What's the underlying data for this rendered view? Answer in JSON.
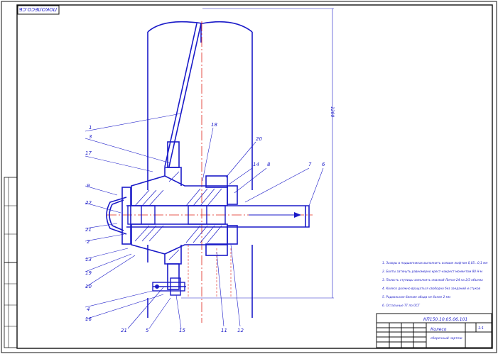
{
  "title_block": {
    "doc_number": "КП150.10.05.06.101",
    "name": "Колесо",
    "subtitle": "сборочный чертеж",
    "mass": "",
    "scale": "1:1",
    "stamp_rotated": "ПОКОЛЕСО.СБ"
  },
  "dimension_main": "1200",
  "notes": [
    "1. Зазоры в подшипниках выполнить осевым люфтом 0,05...0,1 мм",
    "2. Болты затянуть равномерно крест-накрест моментом 80 Н·м",
    "3. Полость ступицы заполнить смазкой Литол-24 на 2/3 объема",
    "4. Колесо должно вращаться свободно без заеданий и стуков",
    "5. Радиальное биение обода не более 2 мм",
    "6. Остальные ТТ по ОСТ"
  ],
  "callouts": [
    {
      "label": "1"
    },
    {
      "label": "3"
    },
    {
      "label": "17"
    },
    {
      "label": "9"
    },
    {
      "label": "22"
    },
    {
      "label": "21"
    },
    {
      "label": "2"
    },
    {
      "label": "13"
    },
    {
      "label": "19"
    },
    {
      "label": "10"
    },
    {
      "label": "4"
    },
    {
      "label": "16"
    },
    {
      "label": "21"
    },
    {
      "label": "5"
    },
    {
      "label": "15"
    },
    {
      "label": "18"
    },
    {
      "label": "20"
    },
    {
      "label": "14"
    },
    {
      "label": "8"
    },
    {
      "label": "7"
    },
    {
      "label": "6"
    },
    {
      "label": "11"
    },
    {
      "label": "12"
    }
  ],
  "colors": {
    "line": "#1a1ac8",
    "axis": "#e0241a",
    "frame": "#111111"
  }
}
